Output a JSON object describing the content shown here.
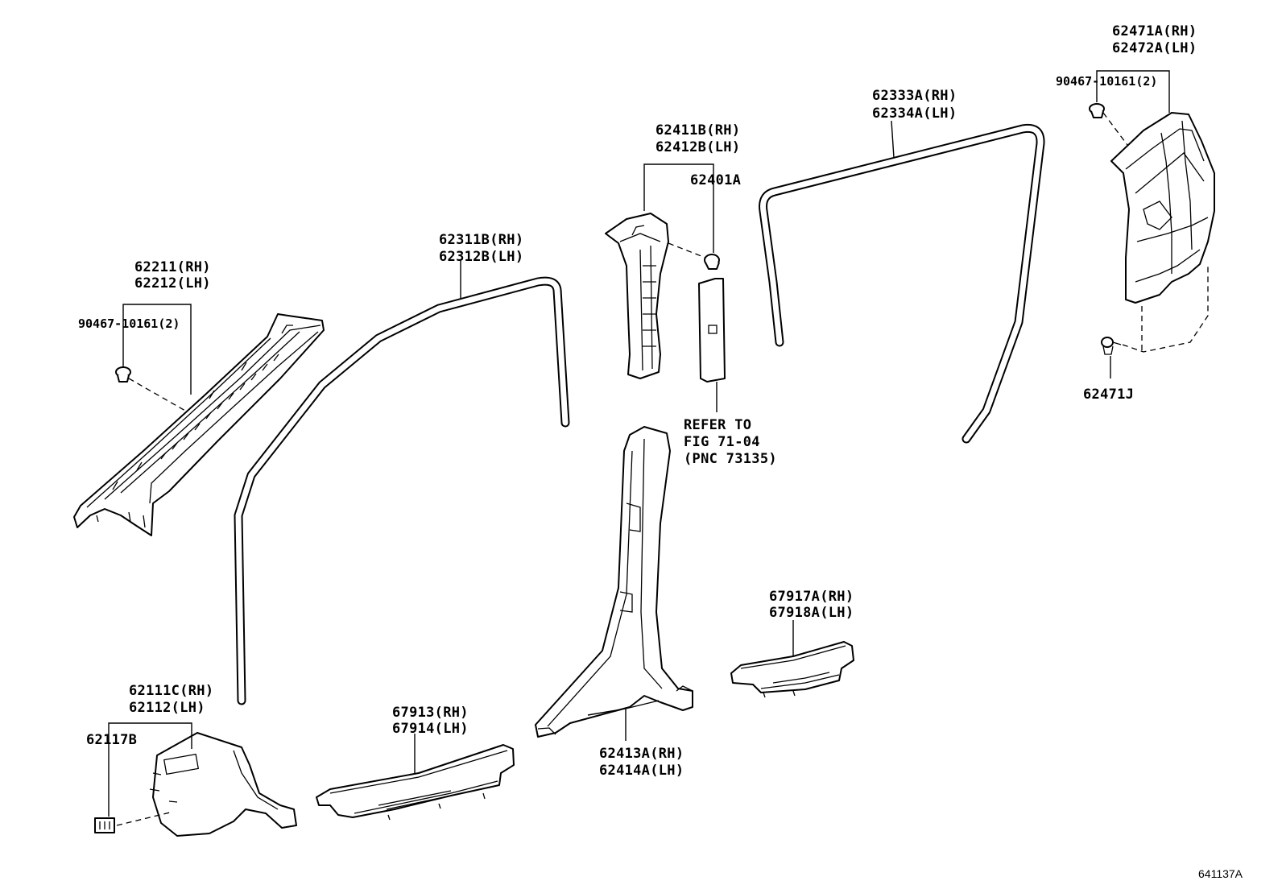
{
  "diagram": {
    "figure_id": "641137A",
    "parts": {
      "a_pillar_garnish": {
        "line1": "62211(RH)",
        "line2": "62212(LH)"
      },
      "a_pillar_clip": {
        "label": "90467-10161(2)"
      },
      "front_weatherstrip": {
        "line1": "62311B(RH)",
        "line2": "62312B(LH)"
      },
      "b_pillar_upper": {
        "line1": "62411B(RH)",
        "line2": "62412B(LH)"
      },
      "b_pillar_clip": {
        "label": "62401A"
      },
      "refer_note": {
        "line1": "REFER TO",
        "line2": "FIG 71-04",
        "line3": "(PNC 73135)"
      },
      "rear_weatherstrip": {
        "line1": "62333A(RH)",
        "line2": "62334A(LH)"
      },
      "c_pillar_garnish": {
        "line1": "62471A(RH)",
        "line2": "62472A(LH)"
      },
      "c_pillar_clip": {
        "label": "90467-10161(2)"
      },
      "c_pillar_lower_clip": {
        "label": "62471J"
      },
      "b_pillar_lower": {
        "line1": "62413A(RH)",
        "line2": "62414A(LH)"
      },
      "cowl_side_trim": {
        "line1": "62111C(RH)",
        "line2": "62112(LH)"
      },
      "cowl_clip": {
        "label": "62117B"
      },
      "front_scuff_plate": {
        "line1": "67913(RH)",
        "line2": "67914(LH)"
      },
      "rear_scuff_plate": {
        "line1": "67917A(RH)",
        "line2": "67918A(LH)"
      }
    }
  }
}
